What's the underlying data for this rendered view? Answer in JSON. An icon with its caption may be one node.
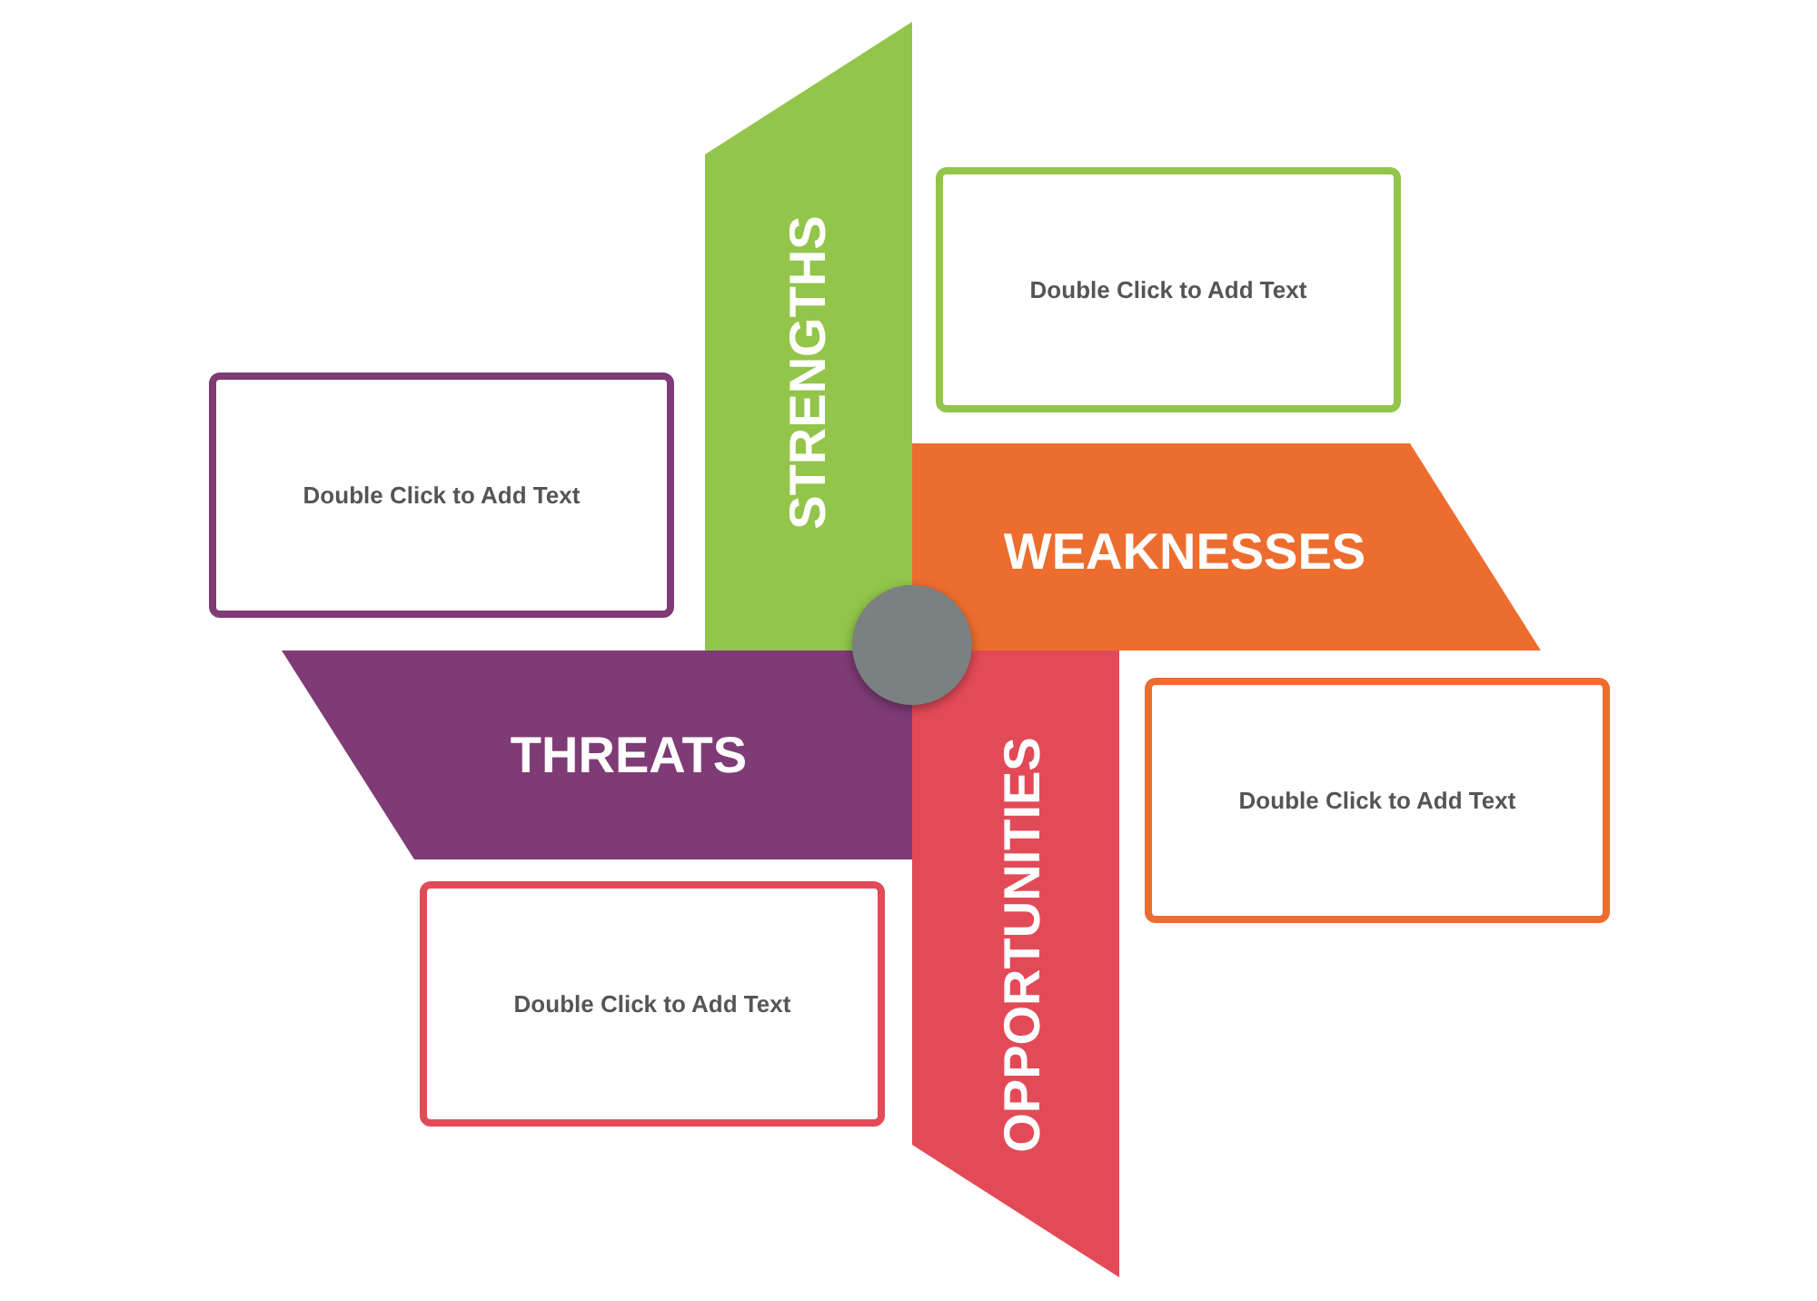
{
  "diagram": {
    "nodes": [
      {
        "text": [
          "STRENGTHS"
        ]
      },
      {
        "text": [
          "Double Click to Add Text"
        ]
      },
      {
        "text": [
          "Double Click to Add Text"
        ]
      },
      {
        "text": [
          "WEAKNESSES"
        ]
      },
      {
        "text": [
          "THREATS"
        ]
      },
      {
        "text": [],
        "shape": "circle"
      },
      {
        "text": [
          "Double Click to Add Text"
        ]
      },
      {
        "text": [
          "OPPORTUNITIES"
        ]
      },
      {
        "text": [
          "Double Click to Add Text"
        ]
      }
    ]
  }
}
